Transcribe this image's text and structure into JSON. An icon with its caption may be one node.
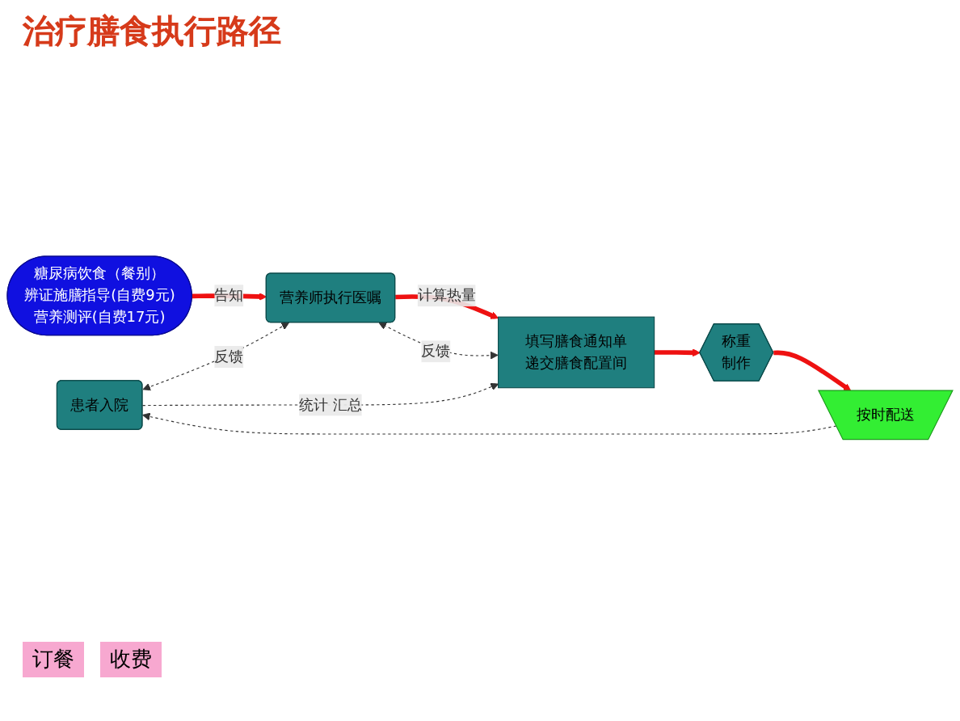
{
  "diagram": {
    "title": "治疗膳食执行路径",
    "nodes": [
      {
        "text": [
          "患者入院"
        ]
      },
      {
        "text": [
          "糖尿病饮食（餐别）",
          "辨证施膳指导(自费9元)",
          "营养测评(自费17元)"
        ]
      },
      {
        "text": [
          "营养师执行医嘱"
        ]
      },
      {
        "text": [
          "填写膳食通知单",
          "递交膳食配置间"
        ]
      },
      {
        "text": [
          "称重",
          "制作"
        ]
      },
      {
        "text": [
          "按时配送"
        ]
      }
    ],
    "edges": [
      {
        "from": 0,
        "to": 2,
        "arrow": "both",
        "label": "反馈",
        "style": "dashed"
      },
      {
        "from": 1,
        "to": 2,
        "arrow": "to",
        "label": "告知",
        "style": "thick",
        "color": "#ee1111"
      },
      {
        "from": 3,
        "to": 2,
        "arrow": "both",
        "label": "反馈",
        "style": "dashed"
      },
      {
        "from": 2,
        "to": 3,
        "arrow": "to",
        "label": "计算热量",
        "style": "thick",
        "color": "#ee1111"
      },
      {
        "from": 3,
        "to": 4,
        "arrow": "to",
        "style": "thick",
        "color": "#ee1111"
      },
      {
        "from": 4,
        "to": 5,
        "arrow": "to",
        "style": "thick",
        "color": "#ee1111"
      },
      {
        "from": 5,
        "to": 0,
        "arrow": "to",
        "style": "dashed"
      },
      {
        "from": 0,
        "to": 3,
        "arrow": "to",
        "label": "统计 汇总",
        "style": "dashed"
      }
    ],
    "labels": [
      "订餐",
      "收费"
    ]
  }
}
